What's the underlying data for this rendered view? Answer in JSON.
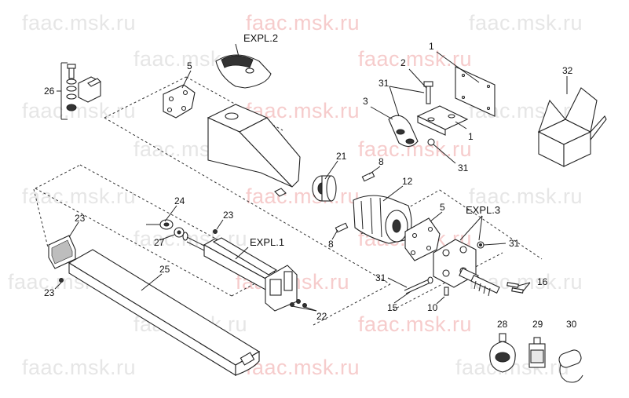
{
  "watermark": "faac.msk.ru",
  "callouts": {
    "c1a": "1",
    "c1b": "1",
    "c2": "2",
    "c3": "3",
    "c5a": "5",
    "c5b": "5",
    "c8a": "8",
    "c8b": "8",
    "c10": "10",
    "c12": "12",
    "c15": "15",
    "c16": "16",
    "c21": "21",
    "c22": "22",
    "c23a": "23",
    "c23b": "23",
    "c23c": "23",
    "c24": "24",
    "c25": "25",
    "c26": "26",
    "c27": "27",
    "c28": "28",
    "c29": "29",
    "c30": "30",
    "c31a": "31",
    "c31b": "31",
    "c31c": "31",
    "c31d": "31",
    "c32": "32",
    "expl1": "EXPL.1",
    "expl2": "EXPL.2",
    "expl3": "EXPL.3"
  }
}
